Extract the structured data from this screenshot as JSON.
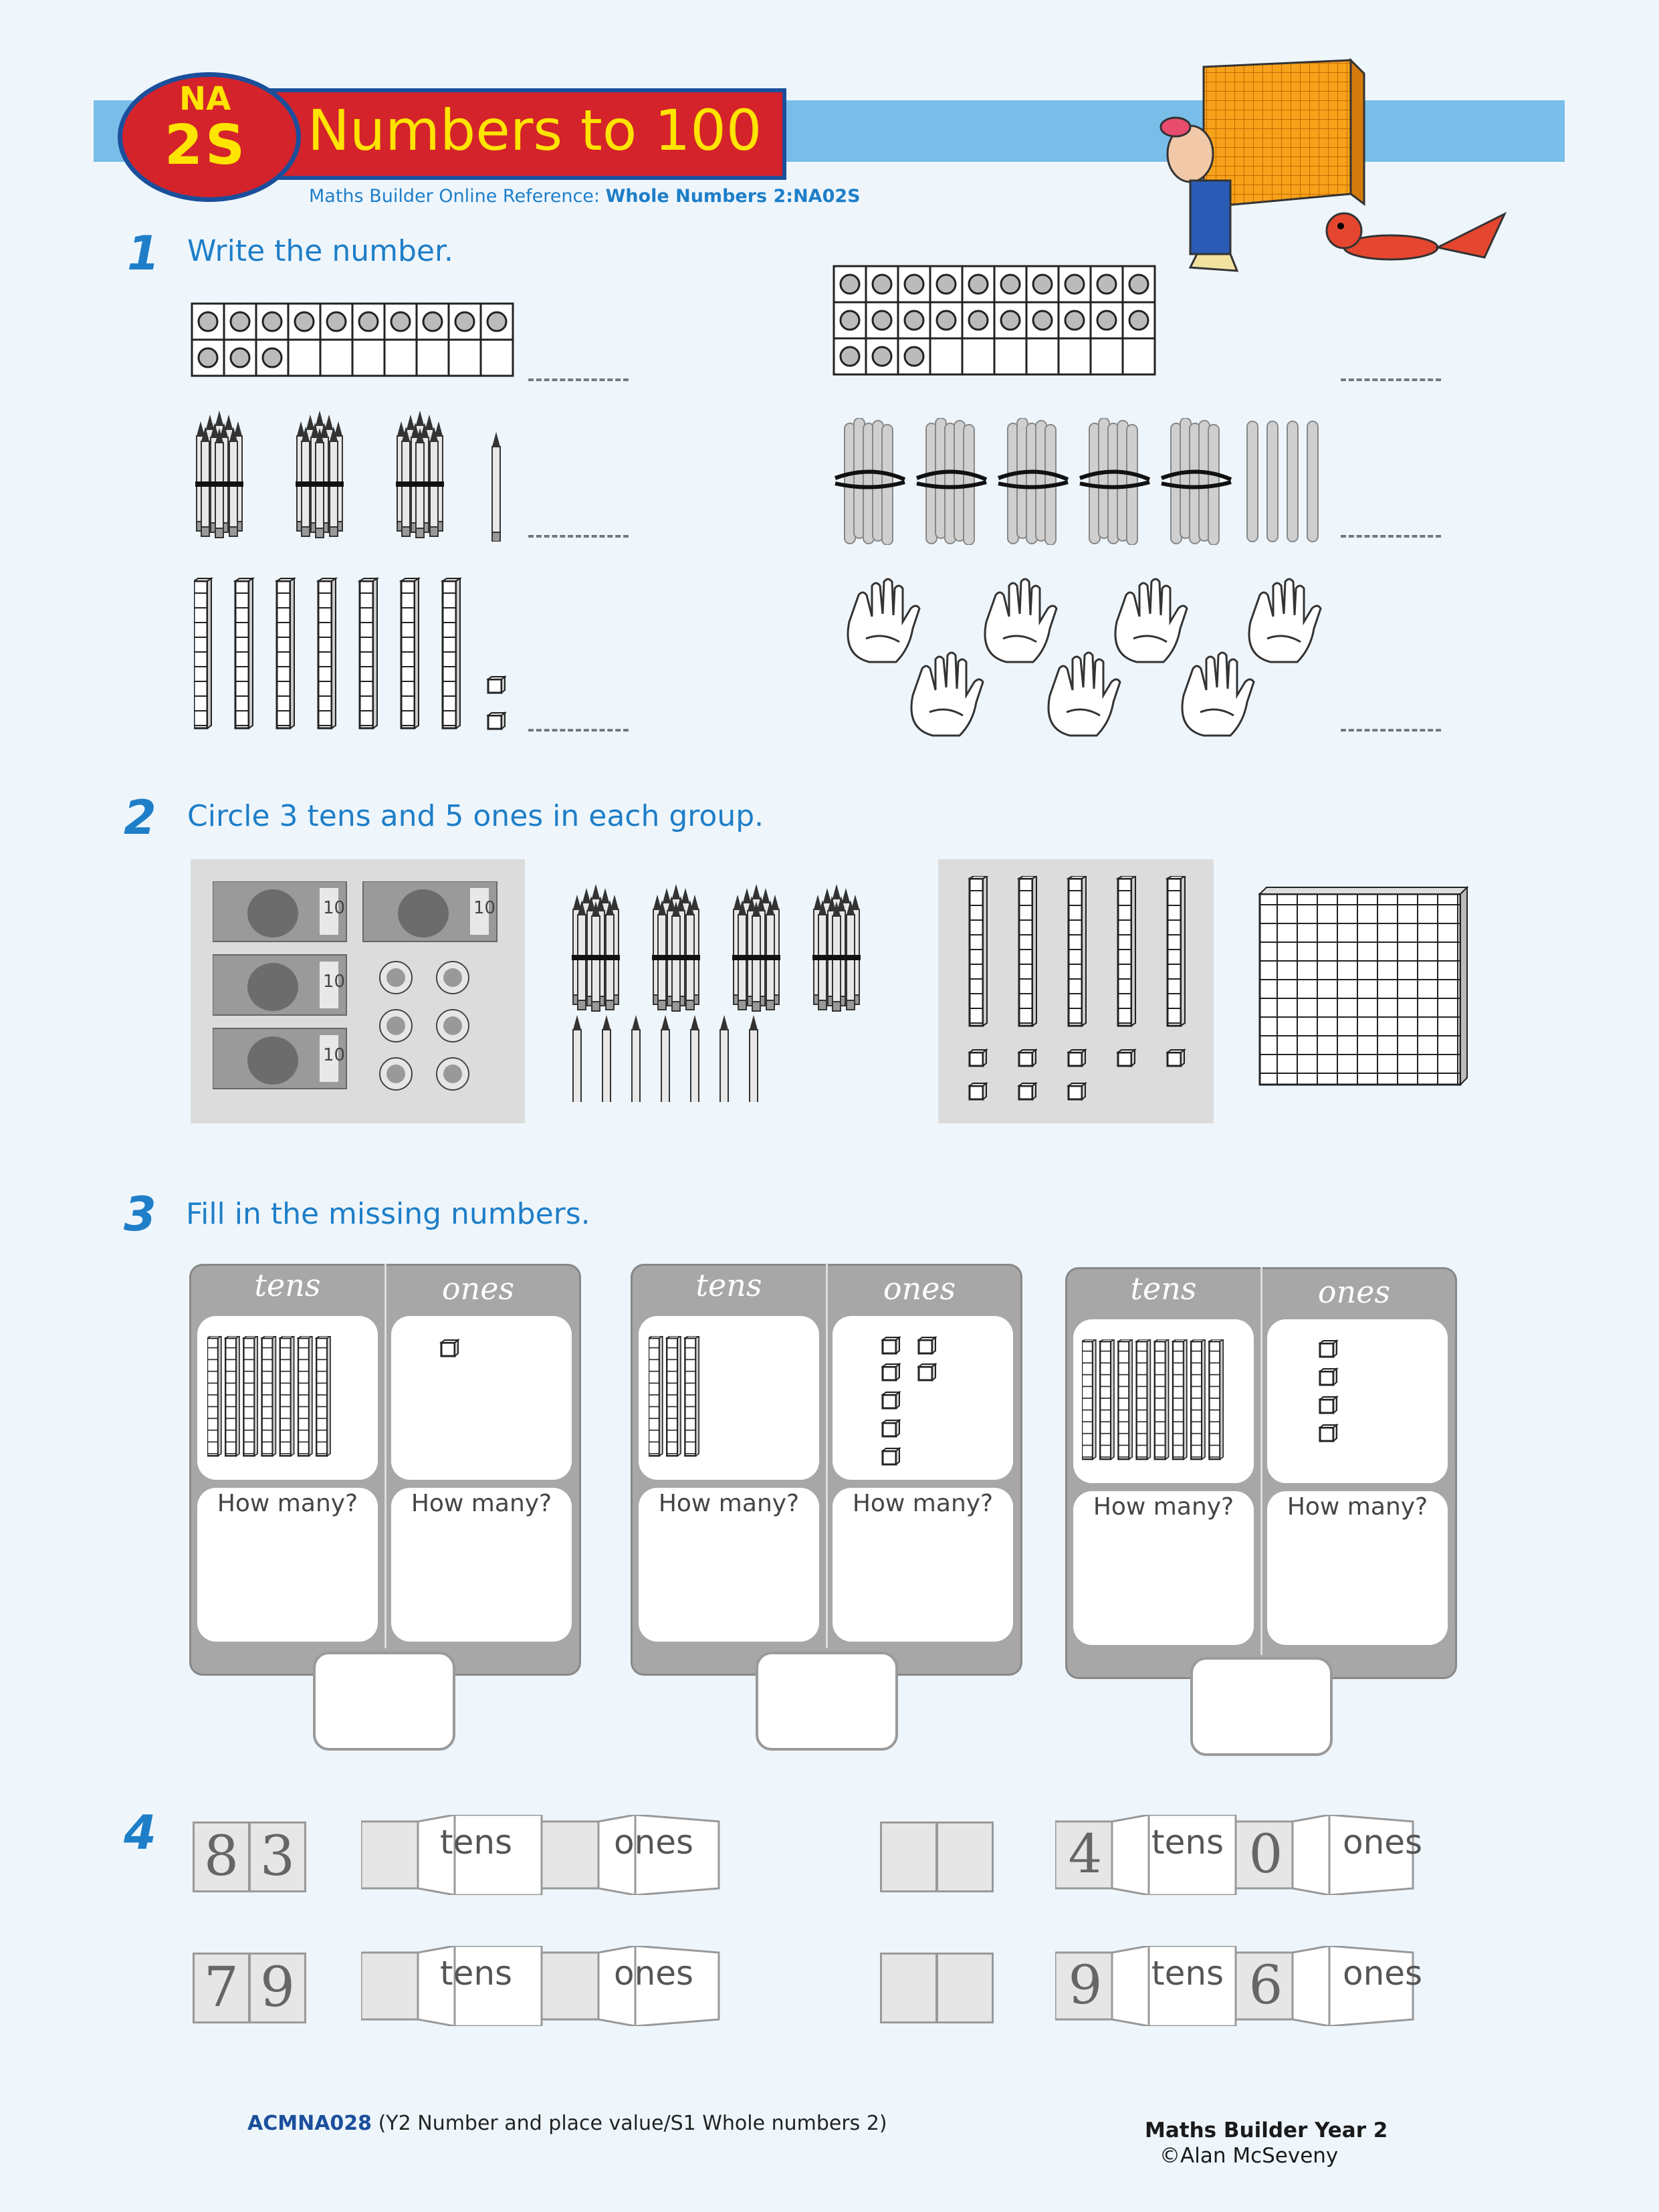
{
  "header": {
    "badge_top": "NA",
    "badge_bottom": "2S",
    "title": "Numbers to 100",
    "reference_prefix": "Maths Builder Online Reference:",
    "reference_code": "Whole Numbers 2:NA02S"
  },
  "questions": [
    {
      "number": "1",
      "text": "Write the number."
    },
    {
      "number": "2",
      "text": "Circle 3 tens and 5 ones in each group."
    },
    {
      "number": "3",
      "text": "Fill in the missing numbers."
    },
    {
      "number": "4",
      "text": ""
    }
  ],
  "boards": {
    "tens_label": "tens",
    "ones_label": "ones",
    "how_many_label": "How many?",
    "items": [
      {
        "tens_rods": 7,
        "ones_cubes": 1
      },
      {
        "tens_rods": 3,
        "ones_cubes": 7
      },
      {
        "tens_rods": 8,
        "ones_cubes": 4
      }
    ]
  },
  "q4": {
    "tens_label": "tens",
    "ones_label": "ones",
    "rows": [
      {
        "number_digits": [
          "8",
          "3"
        ],
        "tens_value": "",
        "ones_value": ""
      },
      {
        "number_digits": [
          "7",
          "9"
        ],
        "tens_value": "",
        "ones_value": ""
      },
      {
        "number_digits": [
          "",
          ""
        ],
        "tens_value": "4",
        "ones_value": "0"
      },
      {
        "number_digits": [
          "",
          ""
        ],
        "tens_value": "9",
        "ones_value": "6"
      }
    ]
  },
  "footer": {
    "code": "ACMNA028",
    "curriculum": "(Y2 Number and place value/S1 Whole numbers 2)",
    "book": "Maths Builder Year 2",
    "copyright": "©Alan McSeveny"
  },
  "icons": [
    "character-carrying-hundred-block-icon",
    "lizard-icon",
    "pencil-icon",
    "craft-stick-icon",
    "rod-icon",
    "cube-icon",
    "hand-icon",
    "banknote-icon",
    "coin-icon",
    "hundred-block-icon"
  ]
}
